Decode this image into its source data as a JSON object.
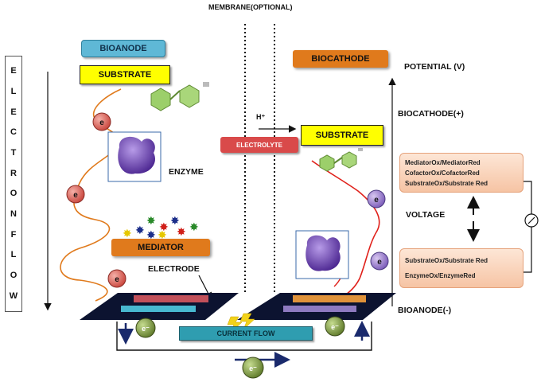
{
  "labels": {
    "membrane": "MEMBRANE(OPTIONAL)",
    "bioanode_top": "BIOANODE",
    "substrate_left": "SUBSTRATE",
    "biocathode_top": "BIOCATHODE",
    "potential": "POTENTIAL (V)",
    "h_plus": "H⁺",
    "electrolyte": "ELECTROLYTE",
    "substrate_right": "SUBSTRATE",
    "biocathode_plus": "BIOCATHODE(+)",
    "enzyme": "ENZYME",
    "voltage": "VOLTAGE",
    "mediator": "MEDIATOR",
    "electrode": "ELECTRODE",
    "bioanode_minus": "BIOANODE(-)",
    "current_flow": "CURRENT   FLOW",
    "electron": "e",
    "electron_charged": "e⁻"
  },
  "electron_flow_letters": [
    "E",
    "L",
    "E",
    "C",
    "T",
    "R",
    "O",
    "N",
    "F",
    "L",
    "O",
    "W"
  ],
  "cathode_box": [
    "MediatorOx/MediatorRed",
    "CofactorOx/CofactorRed",
    "SubstrateOx/Substrate Red"
  ],
  "anode_box": [
    "SubstrateOx/Substrate Red",
    "EnzymeOx/EnzymeRed"
  ],
  "colors": {
    "orange": "#e07a1c",
    "yellow": "#ffff00",
    "electrode_dark": "#0c1330",
    "enzyme_purple": "#6a3fb0"
  }
}
